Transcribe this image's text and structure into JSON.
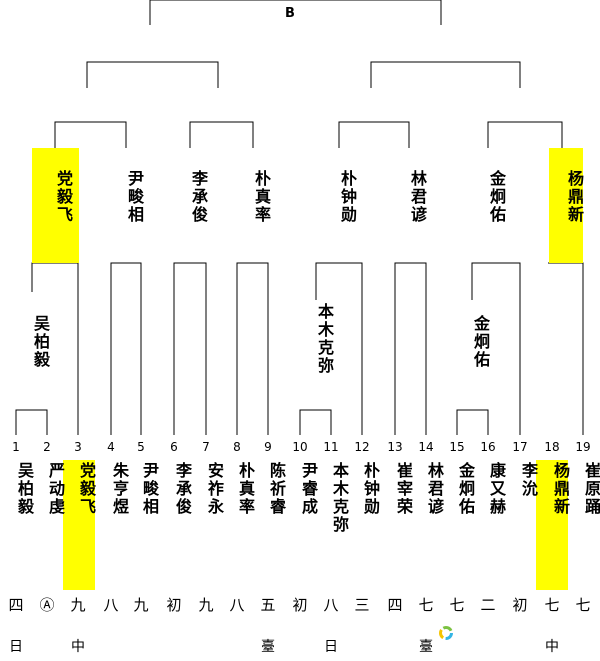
{
  "root_label": "B",
  "highlight_color": "#ffff00",
  "players": [
    {
      "num": "1",
      "name": "吴柏毅",
      "level": "四",
      "sub": "日"
    },
    {
      "num": "2",
      "name": "严动虔",
      "level": "Ⓐ",
      "sub": ""
    },
    {
      "num": "3",
      "name": "党毅飞",
      "level": "九",
      "sub": "中"
    },
    {
      "num": "4",
      "name": "朱亨煜",
      "level": "八",
      "sub": ""
    },
    {
      "num": "5",
      "name": "尹畯相",
      "level": "九",
      "sub": ""
    },
    {
      "num": "6",
      "name": "李承俊",
      "level": "初",
      "sub": ""
    },
    {
      "num": "7",
      "name": "安祚永",
      "level": "九",
      "sub": ""
    },
    {
      "num": "8",
      "name": "朴真率",
      "level": "八",
      "sub": ""
    },
    {
      "num": "9",
      "name": "陈祈睿",
      "level": "五",
      "sub": "臺"
    },
    {
      "num": "10",
      "name": "尹睿成",
      "level": "初",
      "sub": ""
    },
    {
      "num": "11",
      "name": "本木克弥",
      "level": "八",
      "sub": "日"
    },
    {
      "num": "12",
      "name": "朴钟勋",
      "level": "三",
      "sub": ""
    },
    {
      "num": "13",
      "name": "崔宰荣",
      "level": "四",
      "sub": ""
    },
    {
      "num": "14",
      "name": "林君谚",
      "level": "七",
      "sub": "臺"
    },
    {
      "num": "15",
      "name": "金炯佑",
      "level": "七",
      "sub": ""
    },
    {
      "num": "16",
      "name": "康又赫",
      "level": "二",
      "sub": ""
    },
    {
      "num": "17",
      "name": "李沇",
      "level": "初",
      "sub": ""
    },
    {
      "num": "18",
      "name": "杨鼎新",
      "level": "七",
      "sub": "中"
    },
    {
      "num": "19",
      "name": "崔原踊",
      "level": "七",
      "sub": ""
    }
  ],
  "round1_winners": [
    {
      "name": "吴柏毅"
    },
    {
      "name": "本木克弥"
    },
    {
      "name": "金炯佑"
    }
  ],
  "round2_winners": [
    {
      "name": "党毅飞"
    },
    {
      "name": "尹畯相"
    },
    {
      "name": "李承俊"
    },
    {
      "name": "朴真率"
    },
    {
      "name": "朴钟勋"
    },
    {
      "name": "林君谚"
    },
    {
      "name": "金炯佑"
    },
    {
      "name": "杨鼎新"
    }
  ]
}
